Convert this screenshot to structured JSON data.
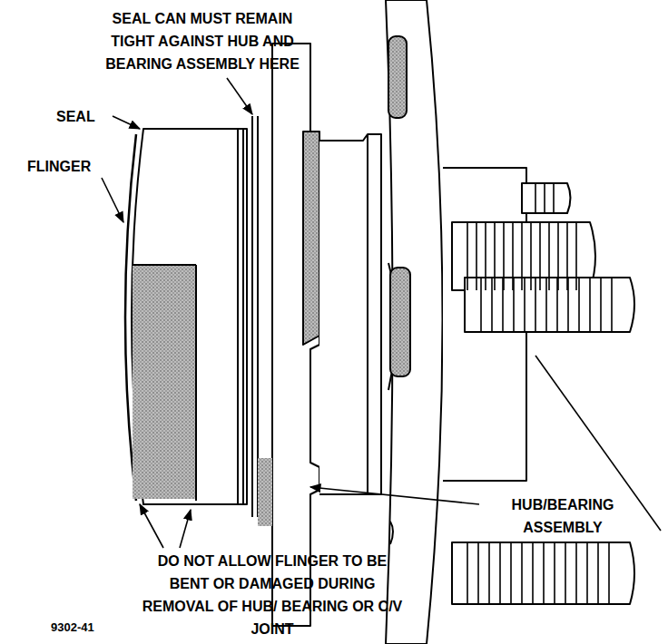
{
  "diagram": {
    "labels": [
      "SEAL CAN MUST REMAIN TIGHT AGAINST HUB AND BEARING ASSEMBLY HERE",
      "SEAL",
      "FLINGER",
      "HUB/BEARING ASSEMBLY",
      "DO NOT ALLOW FLINGER TO BE BENT OR DAMAGED DURING REMOVAL OF HUB/ BEARING OR C/V JOINT",
      "9302-41"
    ]
  }
}
